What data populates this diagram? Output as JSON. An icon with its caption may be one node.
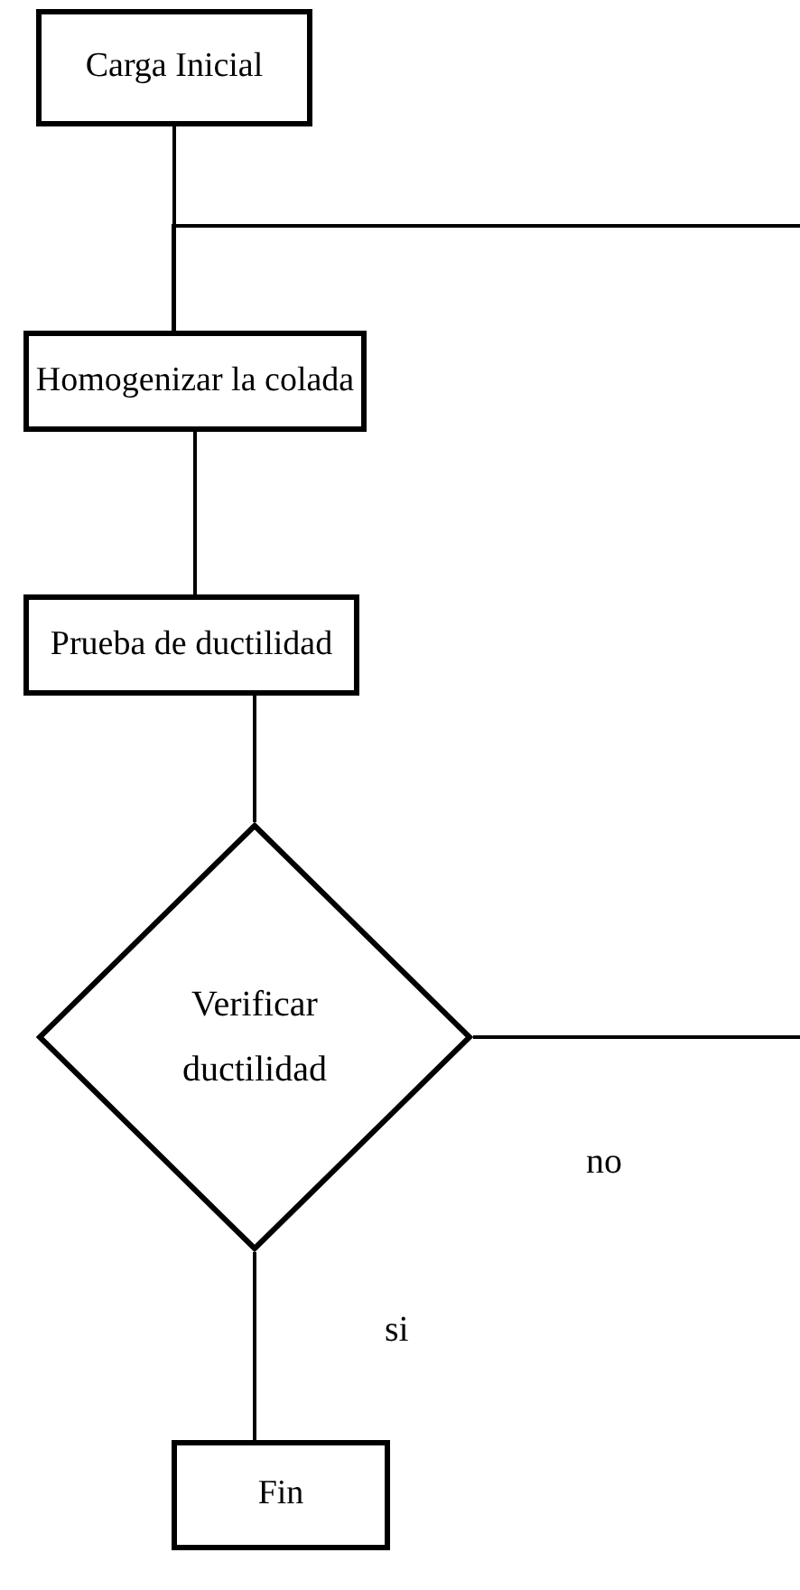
{
  "diagram": {
    "nodes": [
      {
        "text": [
          "Carga Inicial"
        ]
      },
      {
        "text": [
          "Homogenizar la colada"
        ]
      },
      {
        "text": [
          "Prueba de ductilidad"
        ]
      },
      {
        "text": [
          "Verificar ductilidad"
        ]
      },
      {
        "text": [
          "Fin"
        ]
      }
    ],
    "edges": [
      {
        "from": 0,
        "to": 1,
        "arrow": "none"
      },
      {
        "from": null,
        "to": 1,
        "arrow": "none"
      },
      {
        "from": 1,
        "to": 2,
        "arrow": "none"
      },
      {
        "from": 2,
        "to": 3,
        "arrow": "none"
      },
      {
        "from": 3,
        "to": null,
        "arrow": "none",
        "label": "no"
      },
      {
        "from": 3,
        "to": 4,
        "arrow": "none",
        "label": "si"
      }
    ]
  }
}
